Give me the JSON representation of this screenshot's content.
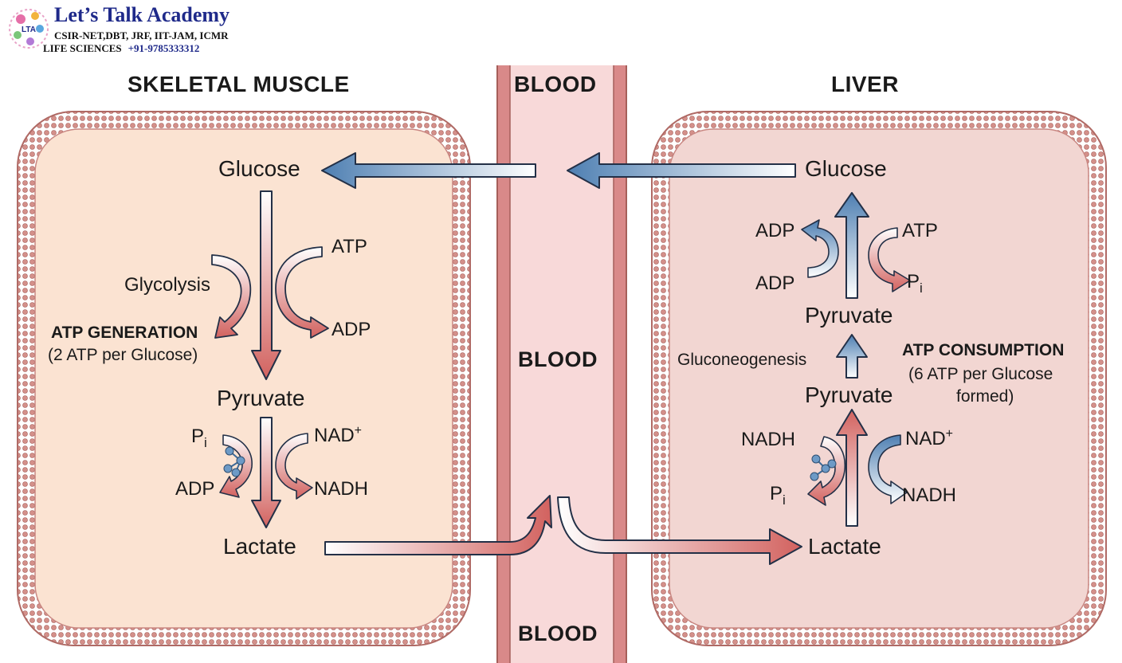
{
  "logo": {
    "title": "Let’s Talk Academy",
    "subtitle": "CSIR-NET,DBT, JRF, IIT-JAM, ICMR",
    "line2": "LIFE SCIENCES",
    "phone": "+91-9785333312",
    "mark_text": "LTA"
  },
  "headings": {
    "muscle": "SKELETAL MUSCLE",
    "blood": "BLOOD",
    "liver": "LIVER"
  },
  "blood_labels": {
    "middle": "BLOOD",
    "bottom": "BLOOD"
  },
  "muscle": {
    "glucose": "Glucose",
    "glycolysis": "Glycolysis",
    "atp": "ATP",
    "adp": "ADP",
    "atp_generation": "ATP GENERATION",
    "atp_generation_note": "(2 ATP per Glucose)",
    "pyruvate": "Pyruvate",
    "pi": "P",
    "pi_sub": "i",
    "adp2": "ADP",
    "nad": "NAD",
    "nad_sup": "+",
    "nadh": "NADH",
    "lactate": "Lactate"
  },
  "liver": {
    "glucose": "Glucose",
    "adp_top": "ADP",
    "adp_bottom": "ADP",
    "atp": "ATP",
    "pi": "P",
    "pi_sub": "i",
    "pyruvate_upper": "Pyruvate",
    "gluconeogenesis": "Gluconeogenesis",
    "atp_consumption": "ATP CONSUMPTION",
    "atp_consumption_note_1": "(6 ATP per Glucose",
    "atp_consumption_note_2": "formed)",
    "pyruvate_lower": "Pyruvate",
    "nadh": "NADH",
    "nad": "NAD",
    "nad_sup": "+",
    "pi2": "P",
    "pi2_sub": "i",
    "nadh2": "NADH",
    "lactate": "Lactate"
  },
  "colors": {
    "muscle_fill": "#fbe3d2",
    "liver_fill": "#f2d6d2",
    "membrane": "#c97f7a",
    "blood_fill": "#f8d9d9",
    "blood_wall": "#d98989",
    "red_arrow": "#d2625f",
    "blue_arrow": "#5b8cbd"
  }
}
